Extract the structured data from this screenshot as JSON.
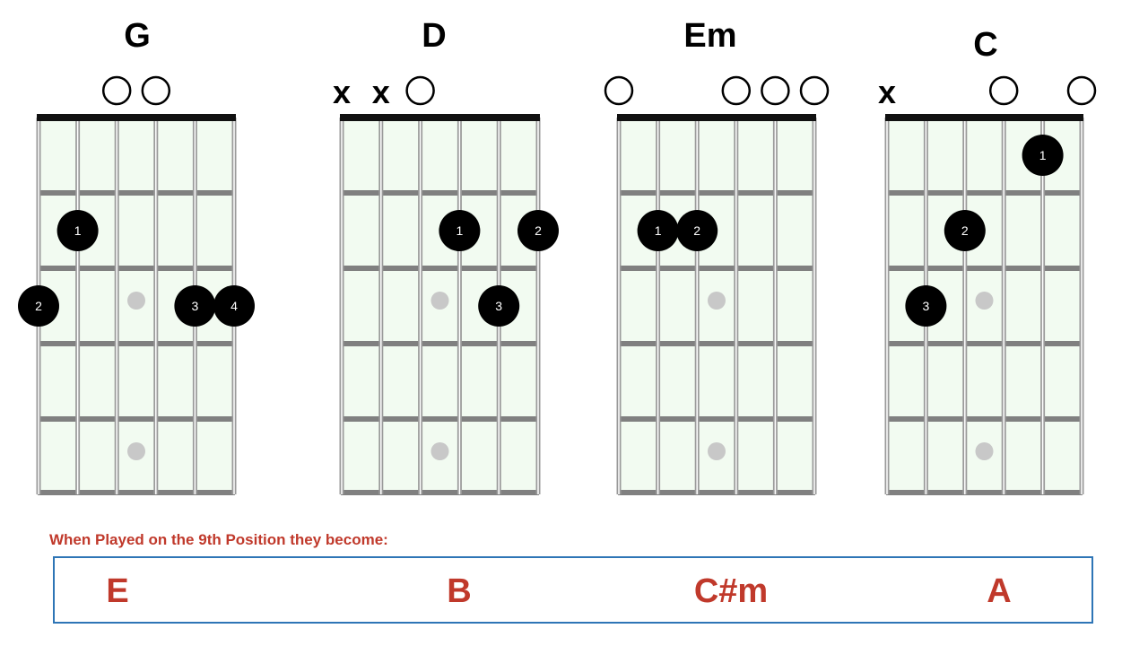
{
  "chords": [
    {
      "name": "G",
      "string_markers": [
        "",
        "",
        "O",
        "O",
        "",
        ""
      ],
      "fingers": [
        {
          "string": 1,
          "fret": 2,
          "finger": "1"
        },
        {
          "string": 0,
          "fret": 3,
          "finger": "2"
        },
        {
          "string": 4,
          "fret": 3,
          "finger": "3"
        },
        {
          "string": 5,
          "fret": 3,
          "finger": "4"
        }
      ]
    },
    {
      "name": "D",
      "string_markers": [
        "x",
        "x",
        "O",
        "",
        "",
        ""
      ],
      "fingers": [
        {
          "string": 3,
          "fret": 2,
          "finger": "1"
        },
        {
          "string": 5,
          "fret": 2,
          "finger": "2"
        },
        {
          "string": 4,
          "fret": 3,
          "finger": "3"
        }
      ]
    },
    {
      "name": "Em",
      "string_markers": [
        "O",
        "",
        "",
        "O",
        "O",
        "O"
      ],
      "fingers": [
        {
          "string": 1,
          "fret": 2,
          "finger": "1"
        },
        {
          "string": 2,
          "fret": 2,
          "finger": "2"
        }
      ]
    },
    {
      "name": "C",
      "string_markers": [
        "x",
        "",
        "",
        "O",
        "",
        "O"
      ],
      "fingers": [
        {
          "string": 4,
          "fret": 1,
          "finger": "1"
        },
        {
          "string": 2,
          "fret": 2,
          "finger": "2"
        },
        {
          "string": 1,
          "fret": 3,
          "finger": "3"
        }
      ]
    }
  ],
  "inlay_frets": [
    3,
    5
  ],
  "frets_shown": 5,
  "colors": {
    "fretboard": "#f2fbf1",
    "fret_wire": "#808080",
    "nut": "#111111",
    "dot": "#000000",
    "inlay": "#c8c8c8",
    "caption": "#c0392b",
    "box_border": "#2e75b6"
  },
  "caption": "When Played on the 9th Position they become:",
  "transposed": [
    "E",
    "B",
    "C#m",
    "A"
  ]
}
